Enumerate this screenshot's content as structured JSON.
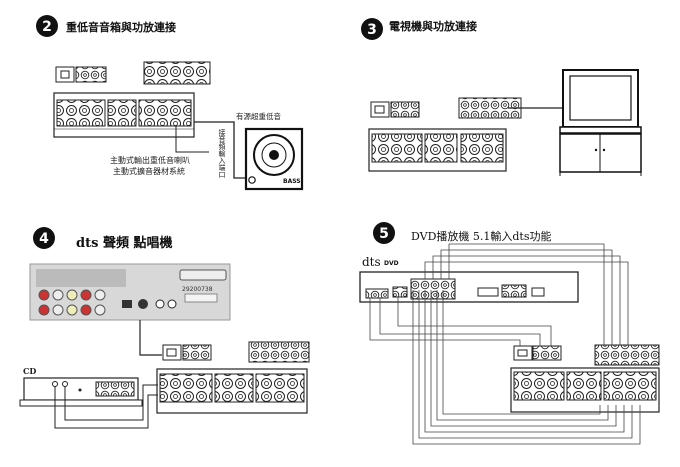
{
  "sections": [
    {
      "number": "2",
      "title": "重低音音箱與功放連接"
    },
    {
      "number": "3",
      "title": "電視機與功放連接"
    },
    {
      "number": "4",
      "title": "dts 聲頻 點唱機"
    },
    {
      "number": "5",
      "title": "DVD播放機 5.1輸入dts功能"
    }
  ],
  "annotations": {
    "subwoofer_title": "有源超重低音",
    "sub_label": "BASS",
    "sub_input": "接音頻輸入端口",
    "caption_line1": "主動式輸出重低音喇叭",
    "caption_line2": "主動式擴音器材系統",
    "cd_label": "CD",
    "dts_logo": "dts",
    "dvd_label": "DVD",
    "player_serial": "29200738"
  },
  "colors": {
    "line": "#222222",
    "ink": "#111111",
    "player_panel": "#d8d8d8"
  }
}
